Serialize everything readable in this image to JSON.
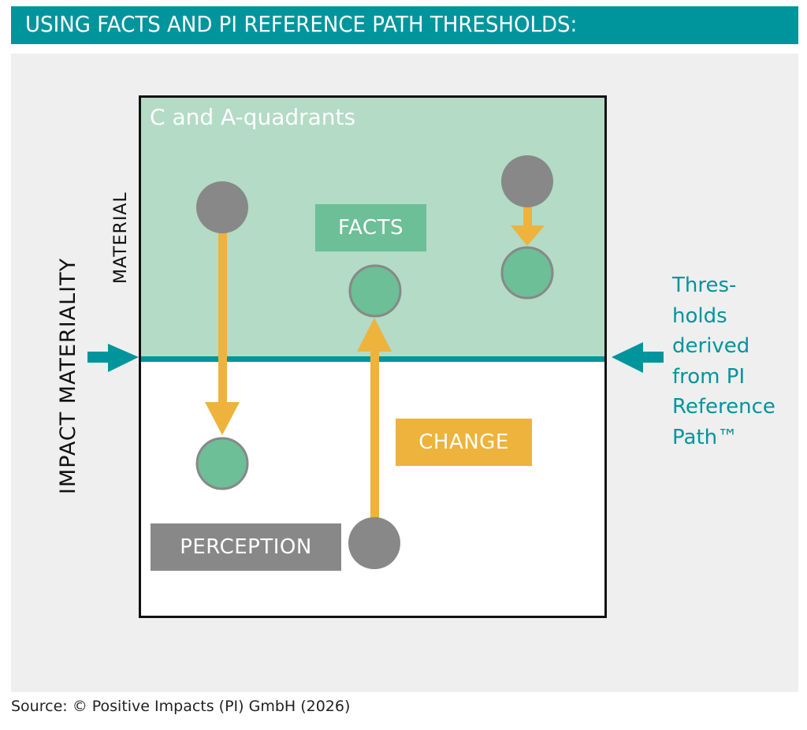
{
  "header": {
    "title": "USING FACTS AND PI REFERENCE PATH THRESHOLDS:"
  },
  "diagram": {
    "zone_label": "C and A-quadrants",
    "axis_label": "IMPACT MATERIALITY",
    "material_label": "MATERIAL",
    "threshold_note": "Thres-\nholds\nderived\nfrom PI\nReference\nPath™",
    "tags": {
      "facts": "FACTS",
      "change": "CHANGE",
      "perception": "PERCEPTION"
    },
    "icons": {
      "left_arrow": "arrow-right-icon",
      "right_arrow": "arrow-left-icon",
      "path_arrow": "triangle-arrow-icon"
    },
    "colors": {
      "teal": "#00959c",
      "material_zone": "#b3dbc5",
      "green_node": "#6cbf96",
      "grey_node": "#888888",
      "arrow": "#eeb33c",
      "panel_bg": "#efefef"
    },
    "transitions": [
      {
        "label": "perception-shift",
        "from": "grey (material)",
        "to": "green (not material)",
        "direction": "down"
      },
      {
        "label": "change-shift",
        "from": "grey (not material)",
        "to": "green (material)",
        "direction": "up"
      },
      {
        "label": "facts-shift",
        "from": "grey (material)",
        "to": "green (material)",
        "direction": "down"
      }
    ]
  },
  "footer": {
    "source": "Source: © Positive Impacts (PI) GmbH (2026)"
  }
}
